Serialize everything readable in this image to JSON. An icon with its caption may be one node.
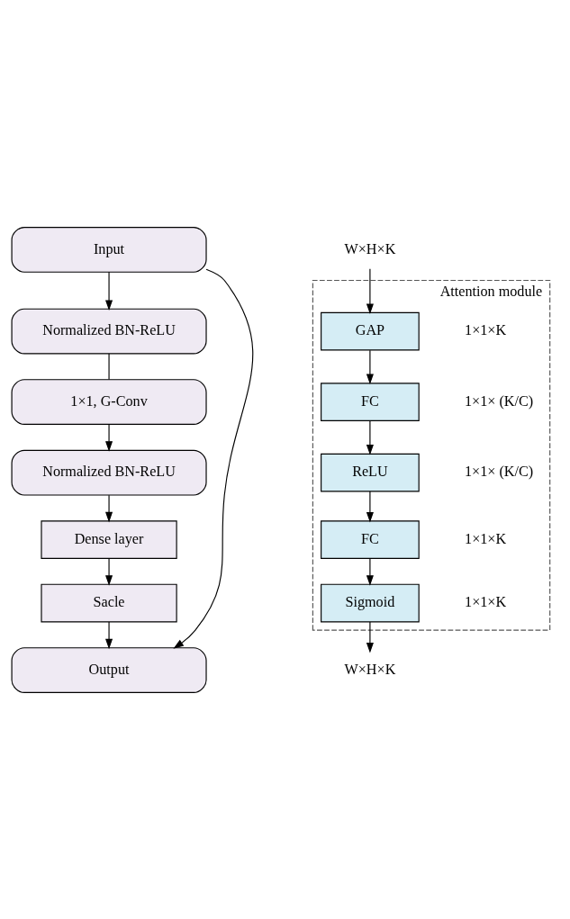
{
  "diagram": {
    "nodes": [
      {
        "text": [
          "Input"
        ]
      },
      {
        "text": [
          "Normalized BN-ReLU"
        ]
      },
      {
        "text": [
          "1×1, G-Conv"
        ]
      },
      {
        "text": [
          "Normalized BN-ReLU"
        ]
      },
      {
        "text": [
          "Dense layer"
        ]
      },
      {
        "text": [
          "Sacle"
        ]
      },
      {
        "text": [
          "Output"
        ]
      },
      {
        "text": [
          "Attention module"
        ]
      },
      {
        "text": [
          "GAP"
        ],
        "in": 7,
        "beside": [
          "1×1×K"
        ]
      },
      {
        "text": [
          "FC"
        ],
        "in": 7,
        "beside": [
          "1×1× (K/C)"
        ]
      },
      {
        "text": [
          "ReLU"
        ],
        "in": 7,
        "beside": [
          "1×1× (K/C)"
        ]
      },
      {
        "text": [
          "FC"
        ],
        "in": 7,
        "beside": [
          "1×1×K"
        ]
      },
      {
        "text": [
          "Sigmoid"
        ],
        "in": 7,
        "beside": [
          "1×1×K"
        ]
      },
      {
        "text": [
          "W×H×K"
        ]
      },
      {
        "text": [
          "W×H×K"
        ]
      }
    ],
    "edges": [
      {
        "from": 0,
        "to": 1,
        "arrow": "to"
      },
      {
        "from": 1,
        "to": 2,
        "arrow": "none"
      },
      {
        "from": 2,
        "to": 3,
        "arrow": "to"
      },
      {
        "from": 3,
        "to": 4,
        "arrow": "to"
      },
      {
        "from": 4,
        "to": 5,
        "arrow": "to"
      },
      {
        "from": 5,
        "to": 6,
        "arrow": "to"
      },
      {
        "from": 0,
        "to": 6,
        "arrow": "to"
      },
      {
        "from": 13,
        "to": 8,
        "arrow": "to"
      },
      {
        "from": 8,
        "to": 9,
        "arrow": "to"
      },
      {
        "from": 9,
        "to": 10,
        "arrow": "to"
      },
      {
        "from": 10,
        "to": 11,
        "arrow": "to"
      },
      {
        "from": 11,
        "to": 12,
        "arrow": "to"
      },
      {
        "from": 12,
        "to": 14,
        "arrow": "to"
      }
    ]
  }
}
